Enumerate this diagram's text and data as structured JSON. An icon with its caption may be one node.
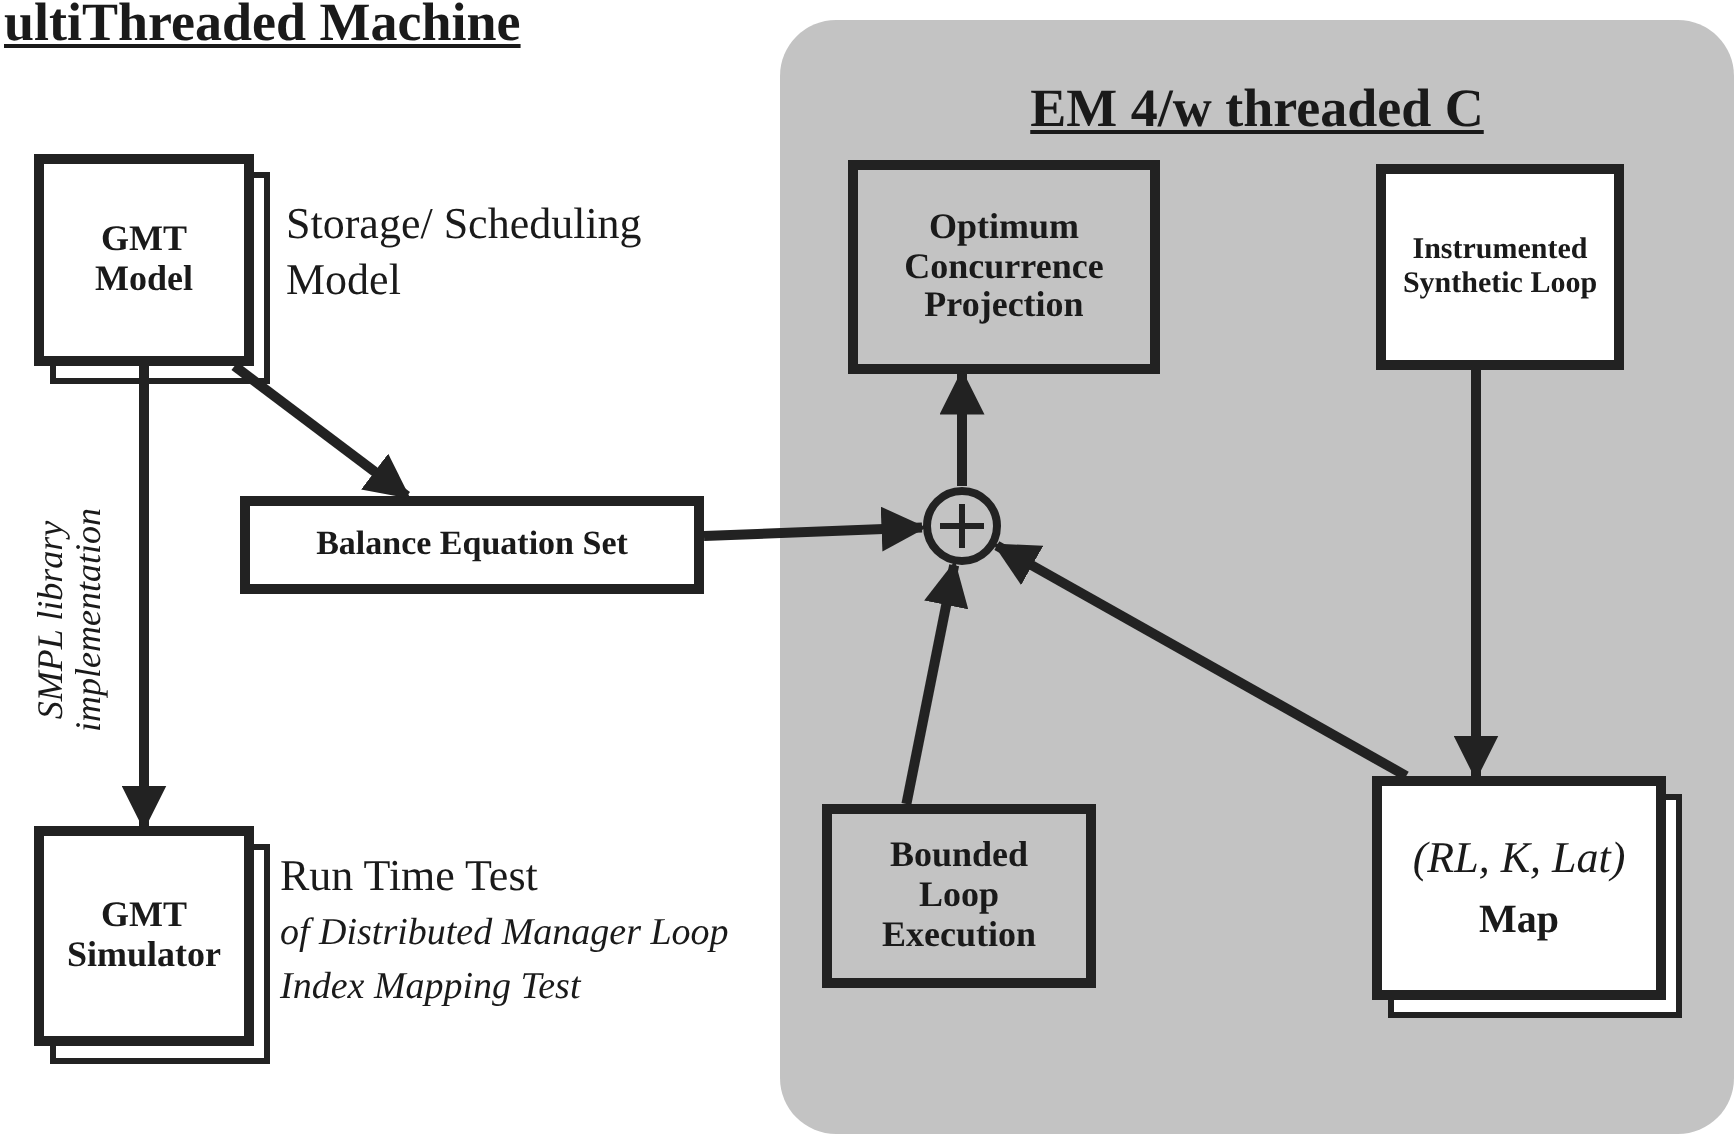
{
  "diagram": {
    "title": "ultiThreaded Machine",
    "nodes": [
      {
        "text": [
          "GMT Model"
        ],
        "beside": [
          "Storage/ Scheduling Model"
        ]
      },
      {
        "text": [
          "Balance Equation Set"
        ]
      },
      {
        "text": [
          "GMT Simulator"
        ],
        "beside": [
          "Run Time Test",
          "of Distributed Manager Loop Index Mapping Test"
        ]
      },
      {
        "text": [
          "EM 4/w threaded C"
        ]
      },
      {
        "text": [
          "Optimum Concurrence Projection"
        ],
        "in": 3
      },
      {
        "text": [
          "Instrumented Synthetic Loop"
        ],
        "in": 3
      },
      {
        "text": [],
        "shape": "circle",
        "in": 3
      },
      {
        "text": [
          "Bounded Loop Execution"
        ],
        "in": 3
      },
      {
        "text": [
          "(RL, K, Lat)",
          "Map"
        ],
        "in": 3
      }
    ],
    "edges": [
      {
        "from": 0,
        "to": 1,
        "arrow": "to"
      },
      {
        "from": 0,
        "to": 2,
        "arrow": "to",
        "label": "SMPL library implementation"
      },
      {
        "from": 1,
        "to": 6,
        "arrow": "to"
      },
      {
        "from": 6,
        "to": 4,
        "arrow": "to"
      },
      {
        "from": 7,
        "to": 6,
        "arrow": "to"
      },
      {
        "from": 8,
        "to": 6,
        "arrow": "to"
      },
      {
        "from": 5,
        "to": 8,
        "arrow": "to"
      }
    ]
  }
}
